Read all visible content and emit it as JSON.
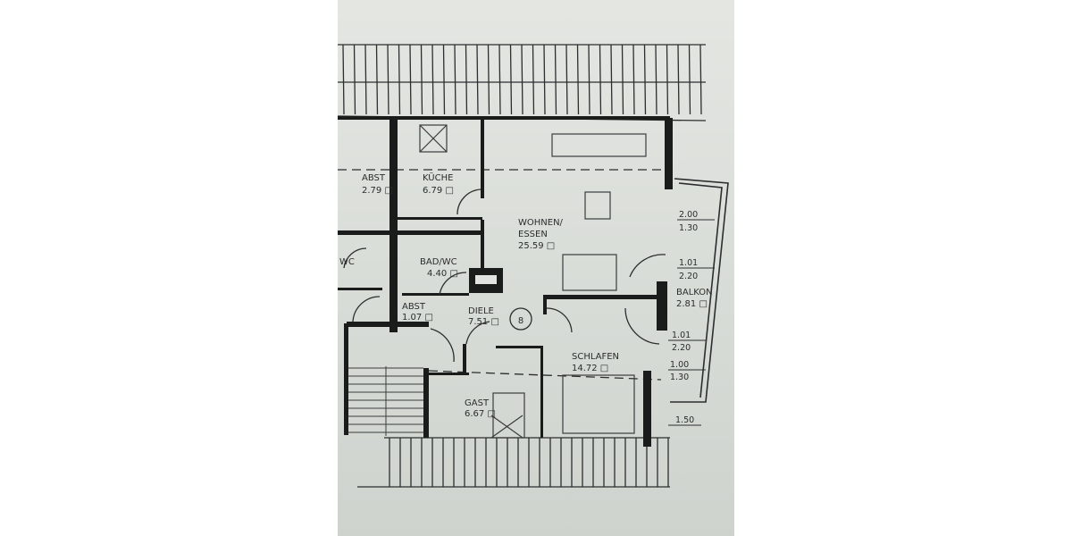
{
  "plan": {
    "rooms": [
      {
        "name": "ABST",
        "area": "2.79 □"
      },
      {
        "name": "KÜCHE",
        "area": "6.79 □"
      },
      {
        "name": "WOHNEN/",
        "name2": "ESSEN",
        "area": "25.59 □"
      },
      {
        "name": "WC"
      },
      {
        "name": "BAD/WC",
        "area": "4.40 □"
      },
      {
        "name": "ABST",
        "area": "1.07 □"
      },
      {
        "name": "DIELE",
        "area": "7.51 □"
      },
      {
        "name": "SCHLAFEN",
        "area": "14.72 □"
      },
      {
        "name": "GAST",
        "area": "6.67 □"
      },
      {
        "name": "BALKON",
        "area": "2.81 □"
      }
    ],
    "unit_number": "8",
    "dimensions": [
      {
        "top": "2.00",
        "bottom": "1.30"
      },
      {
        "top": "1.01",
        "bottom": "2.20"
      },
      {
        "top": "1.01",
        "bottom": "2.20"
      },
      {
        "top": "1.00",
        "bottom": "1.30"
      },
      {
        "top": "1.50"
      }
    ]
  }
}
